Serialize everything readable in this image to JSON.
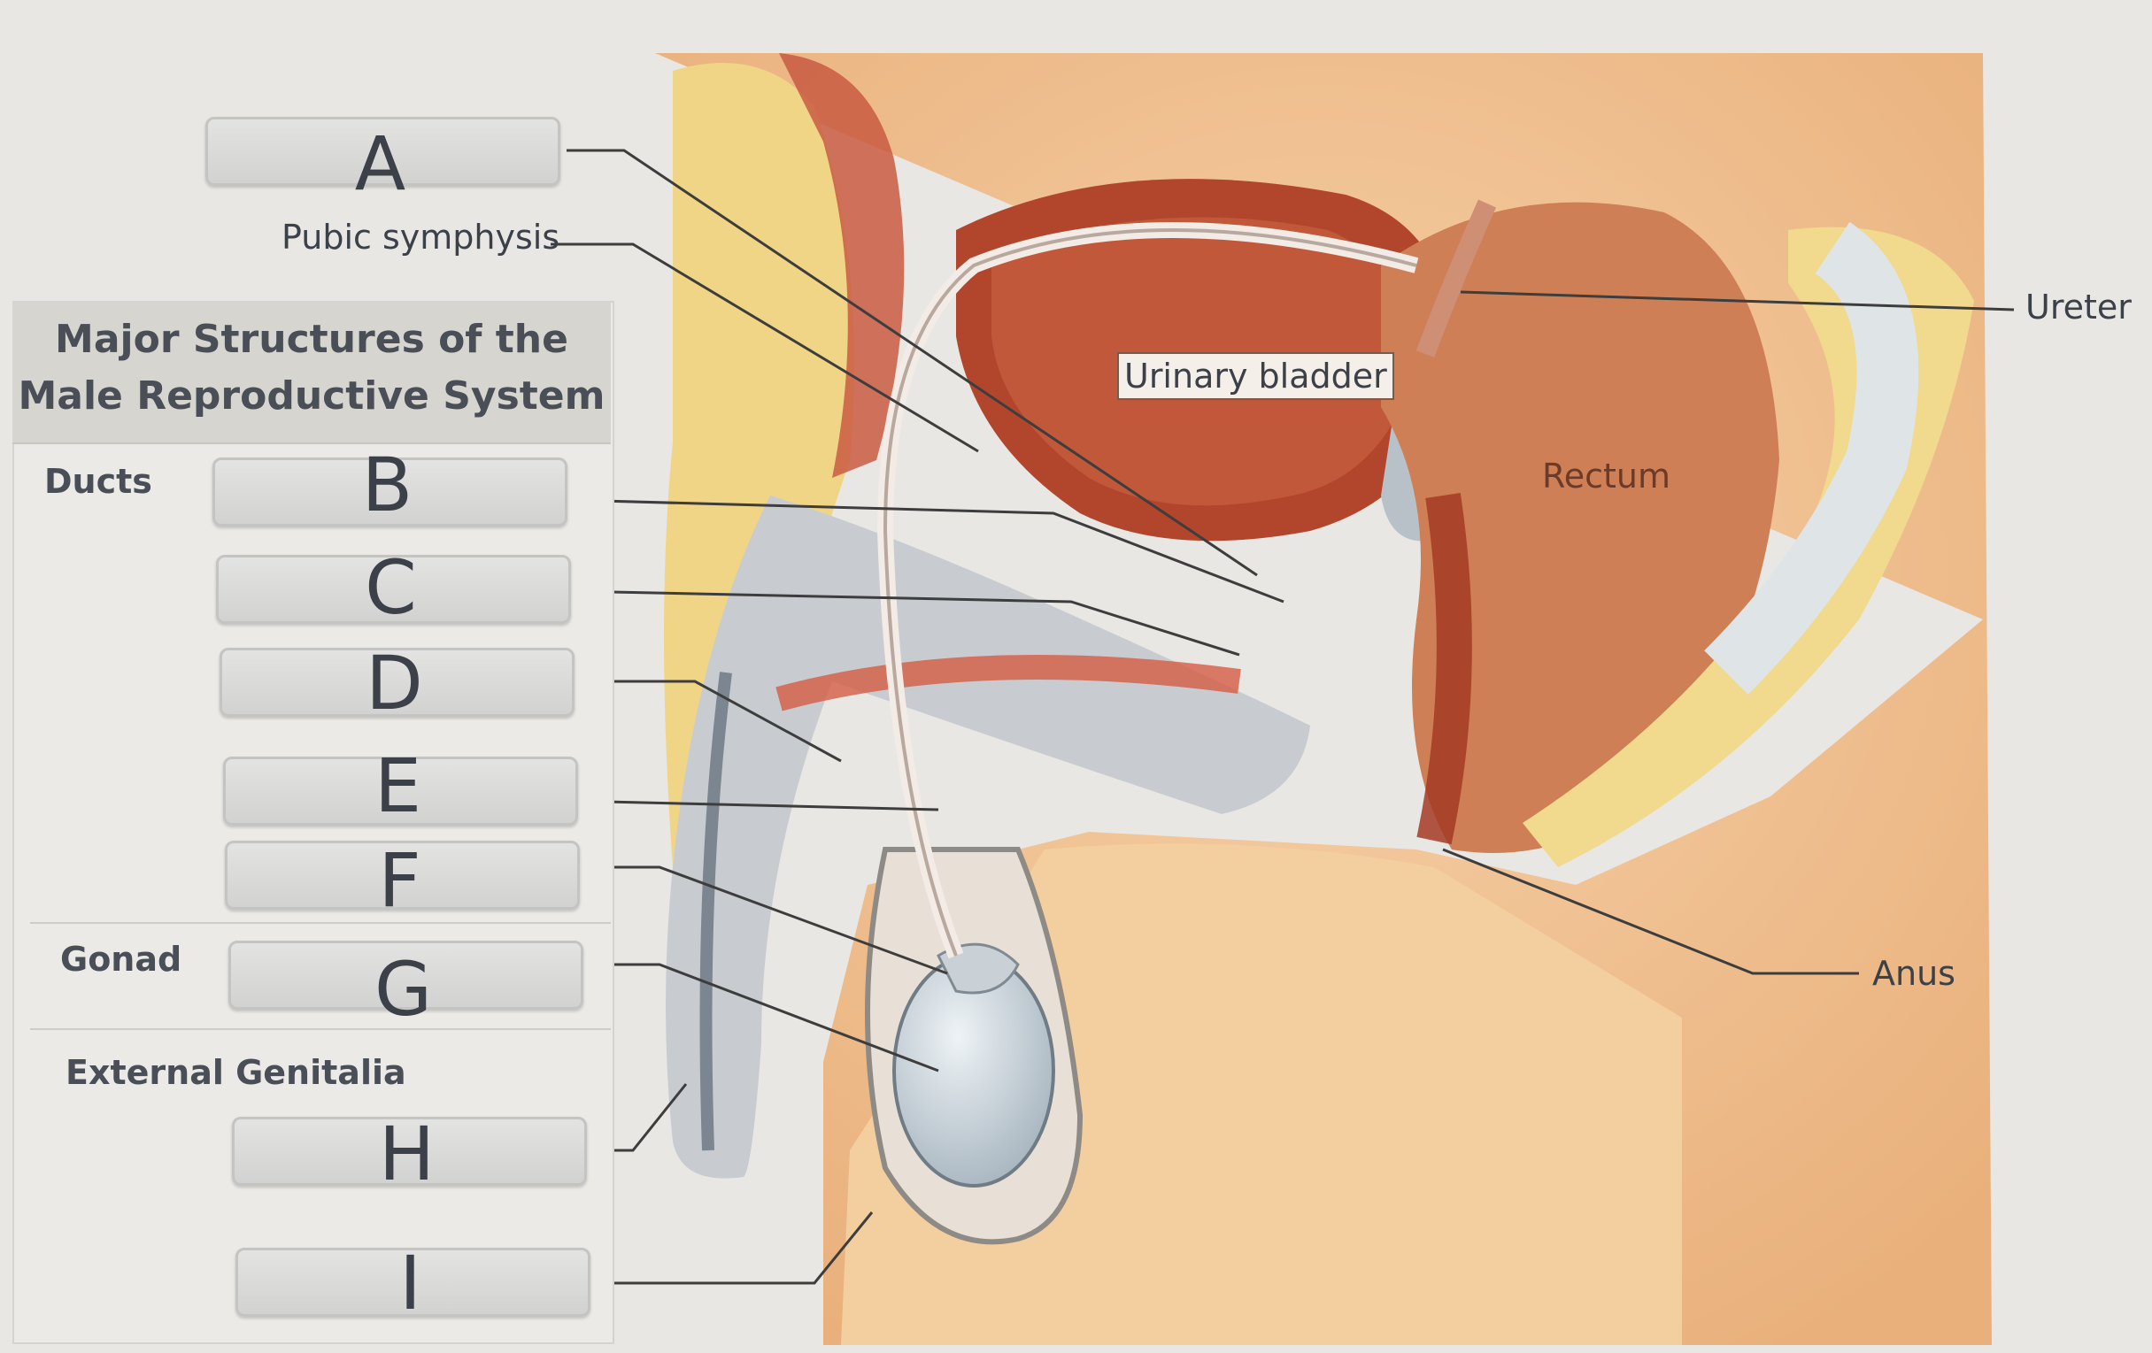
{
  "table": {
    "title_line1": "Major Structures of the",
    "title_line2": "Male Reproductive System",
    "sections": {
      "ducts": "Ducts",
      "gonad": "Gonad",
      "external": "External Genitalia"
    }
  },
  "answer_boxes": [
    {
      "letter": "A"
    },
    {
      "letter": "B"
    },
    {
      "letter": "C"
    },
    {
      "letter": "D"
    },
    {
      "letter": "E"
    },
    {
      "letter": "F"
    },
    {
      "letter": "G"
    },
    {
      "letter": "H"
    },
    {
      "letter": "I"
    }
  ],
  "labels": {
    "pubic_symphysis": "Pubic symphysis",
    "urinary_bladder": "Urinary bladder",
    "rectum": "Rectum",
    "ureter": "Ureter",
    "anus": "Anus"
  },
  "colors": {
    "skin": "#e8a56a",
    "muscle": "#b0492e",
    "fat": "#f0d88a",
    "tissue": "#c9ccd0",
    "leader_line": "#3d3d3d"
  }
}
